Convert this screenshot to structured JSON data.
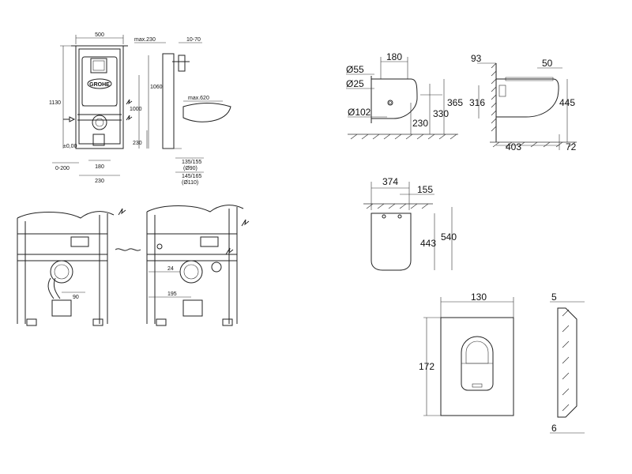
{
  "frame_drawing": {
    "dims": {
      "width_top": "500",
      "max230": "max.230",
      "range_10_70": "10-70",
      "h1130": "1130",
      "h1060": "1060",
      "h1000": "1000",
      "h230": "230",
      "max620": "max.620",
      "zero": "±0,00",
      "range_0_200": "0-200",
      "w180": "180",
      "w230": "230",
      "d135_155": "135/155",
      "d90": "(Ø90)",
      "d145_165": "145/165",
      "d110": "(Ø110)"
    },
    "logo": "GROHE"
  },
  "install_detail": {
    "dims": {
      "d90": "90",
      "d24": "24",
      "d195": "195"
    }
  },
  "bowl_side": {
    "dims": {
      "d180": "180",
      "d55": "Ø55",
      "d25": "Ø25",
      "d102": "Ø102",
      "d230": "230",
      "d330": "330",
      "d365": "365",
      "d93": "93",
      "d50": "50",
      "d316": "316",
      "d445": "445",
      "d403": "403",
      "d72": "72"
    }
  },
  "bowl_top": {
    "dims": {
      "d374": "374",
      "d155": "155",
      "d443": "443",
      "d540": "540"
    }
  },
  "plate": {
    "dims": {
      "w130": "130",
      "h172": "172",
      "t5": "5",
      "t6": "6"
    }
  }
}
